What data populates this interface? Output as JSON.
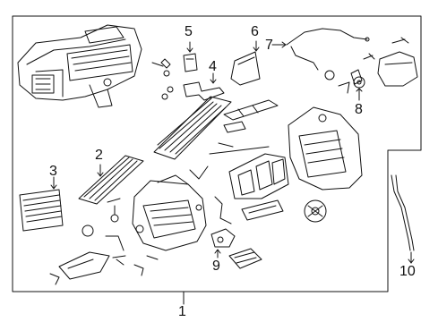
{
  "diagram": {
    "callouts": [
      {
        "id": "1",
        "label": "1"
      },
      {
        "id": "2",
        "label": "2"
      },
      {
        "id": "3",
        "label": "3"
      },
      {
        "id": "4",
        "label": "4"
      },
      {
        "id": "5",
        "label": "5"
      },
      {
        "id": "6",
        "label": "6"
      },
      {
        "id": "7",
        "label": "7"
      },
      {
        "id": "8",
        "label": "8"
      },
      {
        "id": "9",
        "label": "9"
      },
      {
        "id": "10",
        "label": "10"
      }
    ],
    "colors": {
      "line": "#111111",
      "background": "#ffffff"
    }
  }
}
